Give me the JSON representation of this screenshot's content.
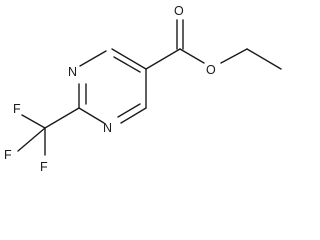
{
  "molecule": {
    "atoms": {
      "n1": "N",
      "n3": "N",
      "o_carbonyl": "O",
      "o_ester": "O",
      "f_top": "F",
      "f_left": "F",
      "f_bottom": "F"
    }
  }
}
